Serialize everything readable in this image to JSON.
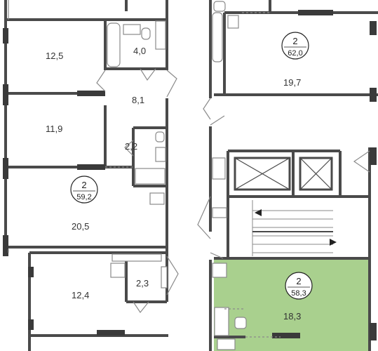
{
  "plan": {
    "colors": {
      "wall": "#4a4a4a",
      "thin_wall": "#8a8a8a",
      "window_band": "#3a3a3a",
      "highlight_fill": "#a9d08e",
      "background": "#ffffff"
    },
    "apartments": [
      {
        "id": "apt-left",
        "rooms": "2",
        "total_area": "59,2"
      },
      {
        "id": "apt-right-top",
        "rooms": "2",
        "total_area": "62,0"
      },
      {
        "id": "apt-highlighted",
        "rooms": "2",
        "total_area": "58,3",
        "highlighted": true
      }
    ],
    "room_areas": {
      "left_bedroom_top": "12,5",
      "left_bathroom": "4,0",
      "left_hall": "8,1",
      "left_bedroom_mid": "11,9",
      "left_wc": "2,2",
      "left_living": "20,5",
      "left_bedroom_bottom": "12,4",
      "left_wc_bottom": "2,3",
      "right_living_top": "19,7",
      "highlighted_living": "18,3"
    },
    "icons": [
      "bathtub-icon",
      "sink-icon",
      "toilet-icon",
      "elevator-icon",
      "stairs-icon",
      "door-swing-icon",
      "stair-direction-arrow-icon"
    ]
  }
}
